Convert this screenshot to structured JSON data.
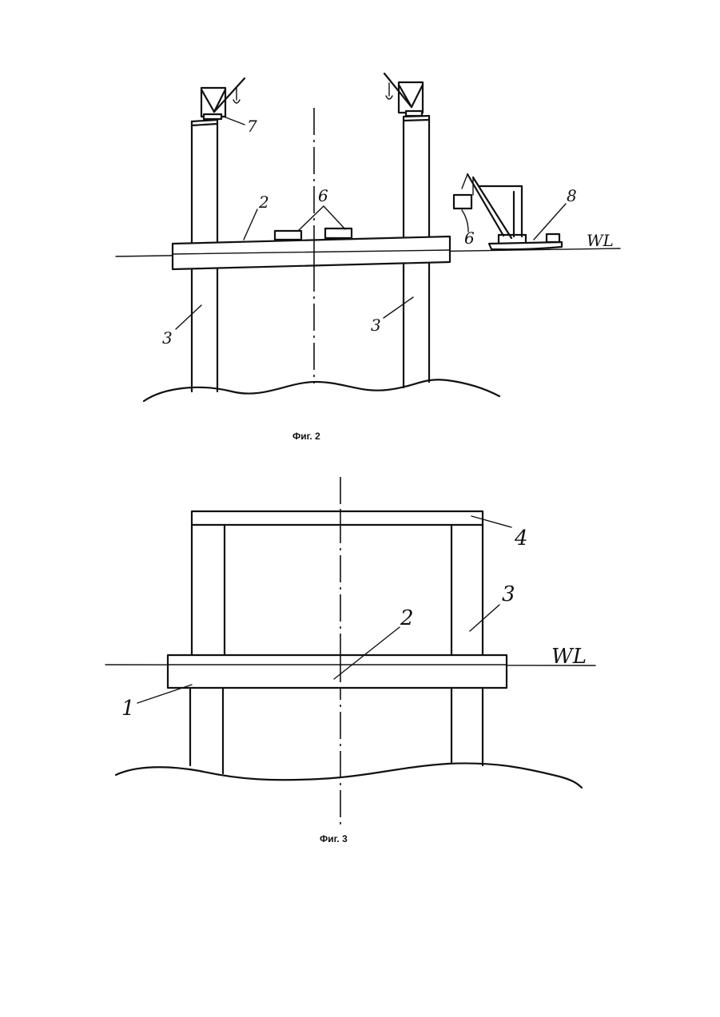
{
  "figures": [
    {
      "caption": "Фиг. 2",
      "labels": {
        "deck": "2",
        "column_left": "3",
        "column_right": "3",
        "cargo": "6",
        "cargo_lifted": "6",
        "crane": "7",
        "crane_vessel": "8",
        "waterline": "WL"
      }
    },
    {
      "caption": "Фиг. 3",
      "labels": {
        "pontoon": "1",
        "deck": "2",
        "column": "3",
        "top_frame": "4",
        "waterline": "WL"
      }
    }
  ]
}
